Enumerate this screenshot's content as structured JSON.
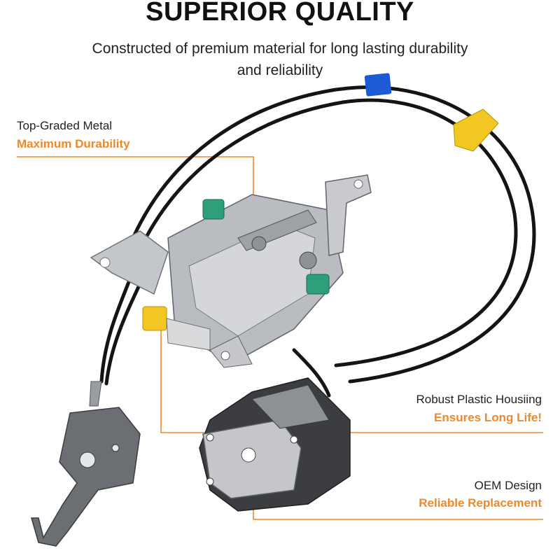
{
  "header": {
    "title": "SUPERIOR QUALITY",
    "subtitle_line1": "Constructed of premium material for long lasting durability",
    "subtitle_line2": "and reliability"
  },
  "callouts": [
    {
      "heading": "Top-Graded Metal",
      "highlight": "Maximum Durability"
    },
    {
      "heading": "Robust Plastic Housiing",
      "highlight": "Ensures Long Life!"
    },
    {
      "heading": "OEM Design",
      "highlight": "Reliable Replacement"
    }
  ],
  "colors": {
    "accent_orange": "#f0882a",
    "cable_black": "#141414",
    "metal_silver": "#b9bcc0",
    "clip_green": "#2f9e7a",
    "clip_yellow": "#f2c623",
    "tape_blue": "#1d5bd6"
  }
}
